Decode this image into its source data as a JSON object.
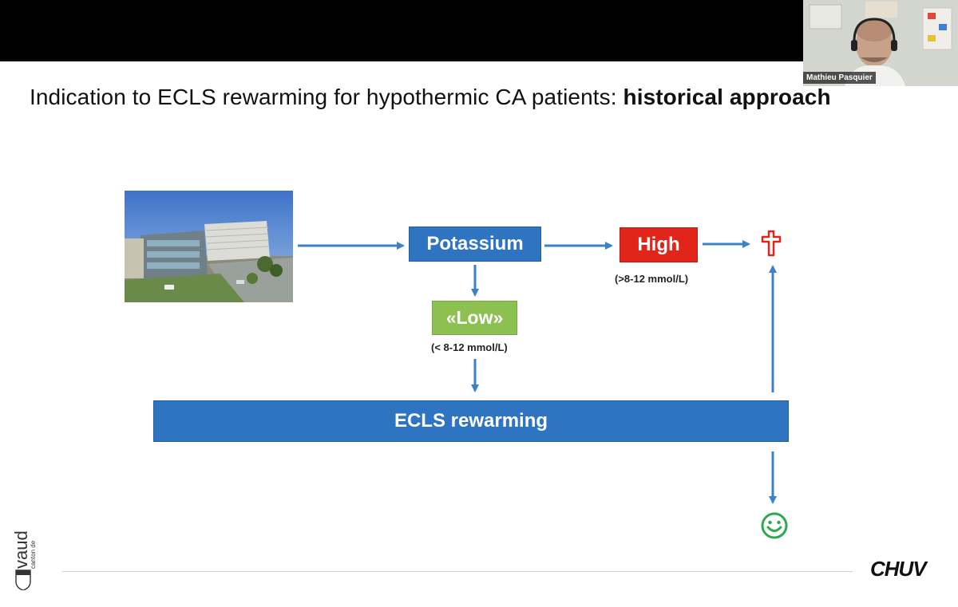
{
  "webcam": {
    "name": "Mathieu Pasquier"
  },
  "slide": {
    "title_normal": "Indication to ECLS rewarming for hypothermic CA patients: ",
    "title_bold": "historical approach",
    "potassium_label": "Potassium",
    "high_label": "High",
    "high_sub": "(>8-12 mmol/L)",
    "low_label": "«Low»",
    "low_sub": "(< 8-12 mmol/L)",
    "ecls_label": "ECLS rewarming",
    "colors": {
      "blue": "#2e74c0",
      "red": "#e1251b",
      "green": "#8cc152",
      "arrow": "#3d82c4"
    }
  },
  "footer": {
    "vaud_small": "canton de",
    "vaud_big": "vaud",
    "logo_text": "CHUV"
  }
}
